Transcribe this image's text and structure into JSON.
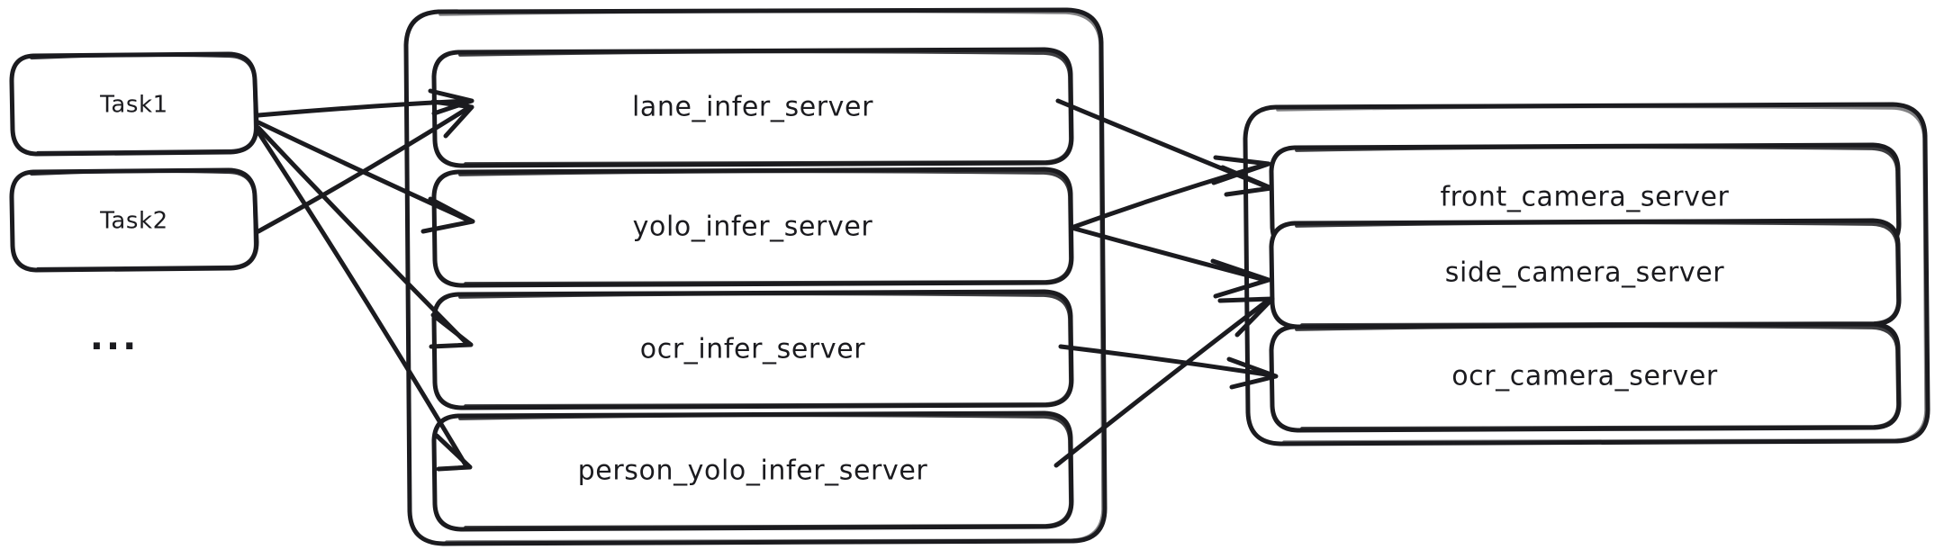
{
  "diagram": {
    "title": "task to inference server to camera server dependency graph",
    "background_color": "#ffffff",
    "stroke_color": "#1b1b1f",
    "style": "hand-drawn"
  },
  "tasks": {
    "group_name": "tasks-column",
    "items": [
      {
        "id": "task1",
        "label": "Task1"
      },
      {
        "id": "task2",
        "label": "Task2"
      }
    ],
    "ellipsis": "..."
  },
  "infer_group": {
    "group_name": "infer-server-group",
    "items": [
      {
        "id": "lane_infer_server",
        "label": "lane_infer_server"
      },
      {
        "id": "yolo_infer_server",
        "label": "yolo_infer_server"
      },
      {
        "id": "ocr_infer_server",
        "label": "ocr_infer_server"
      },
      {
        "id": "person_yolo_infer_server",
        "label": "person_yolo_infer_server"
      }
    ]
  },
  "camera_group": {
    "group_name": "camera-server-group",
    "items": [
      {
        "id": "front_camera_server",
        "label": "front_camera_server"
      },
      {
        "id": "side_camera_server",
        "label": "side_camera_server"
      },
      {
        "id": "ocr_camera_server",
        "label": "ocr_camera_server"
      }
    ]
  },
  "edges": [
    {
      "from": "task1",
      "to": "lane_infer_server"
    },
    {
      "from": "task1",
      "to": "yolo_infer_server"
    },
    {
      "from": "task1",
      "to": "ocr_infer_server"
    },
    {
      "from": "task1",
      "to": "person_yolo_infer_server"
    },
    {
      "from": "task2",
      "to": "lane_infer_server"
    },
    {
      "from": "lane_infer_server",
      "to": "front_camera_server"
    },
    {
      "from": "yolo_infer_server",
      "to": "front_camera_server"
    },
    {
      "from": "yolo_infer_server",
      "to": "side_camera_server"
    },
    {
      "from": "ocr_infer_server",
      "to": "ocr_camera_server"
    },
    {
      "from": "person_yolo_infer_server",
      "to": "side_camera_server"
    }
  ]
}
